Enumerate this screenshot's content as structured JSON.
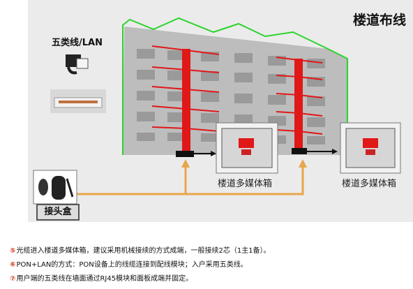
{
  "title": "楼道布线",
  "lan_label": "五类线/LAN",
  "box_label_1": "楼道多媒体箱",
  "box_label_2": "楼道多媒体箱",
  "joint_label": "接头盒",
  "notes": [
    {
      "num": "⑤",
      "text": "光缆进入楼道多媒体箱，建议采用机械接续的方式成端，一般接续2芯（1主1备）。"
    },
    {
      "num": "⑥",
      "text": "PON+LAN的方式：PON设备上的线缆连接到配线模块；入户采用五类线。"
    },
    {
      "num": "⑦",
      "text": "用户端的五类线在墙面通过RJ45模块和面板成端并固定。"
    }
  ],
  "colors": {
    "riser": "#e01818",
    "outline": "#2bd42b",
    "fiber": "#e8a64b",
    "note_num": "#d43a1a"
  }
}
